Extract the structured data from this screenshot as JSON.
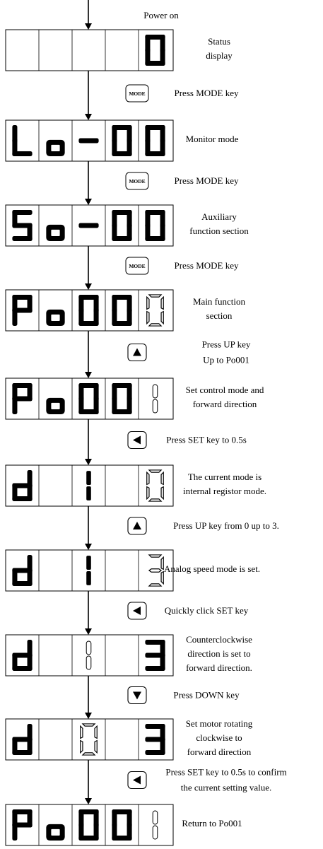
{
  "top_label": "Power on",
  "mode_key_text": "MODE",
  "steps": [
    {
      "key": "",
      "instruction": [],
      "display": [
        "blank",
        "blank",
        "blank",
        "blank",
        "0"
      ],
      "description": [
        "Status",
        "display"
      ]
    },
    {
      "key": "mode",
      "instruction": [
        "Press MODE key"
      ],
      "display": [
        "L",
        "o",
        "-",
        "0",
        "0"
      ],
      "description": [
        "Monitor mode"
      ]
    },
    {
      "key": "mode",
      "instruction": [
        "Press MODE key"
      ],
      "display": [
        "S",
        "o",
        "-",
        "0",
        "0"
      ],
      "description": [
        "Auxiliary",
        "function section"
      ]
    },
    {
      "key": "mode",
      "instruction": [
        "Press MODE key"
      ],
      "display": [
        "P",
        "o",
        "0",
        "0",
        "0~"
      ],
      "description": [
        "Main function",
        "section"
      ]
    },
    {
      "key": "up",
      "instruction": [
        "Press UP key",
        "Up to Po001"
      ],
      "display": [
        "P",
        "o",
        "0",
        "0",
        "1~"
      ],
      "description": [
        "Set control mode and",
        "forward direction"
      ]
    },
    {
      "key": "set",
      "instruction": [
        "Press SET key to 0.5s"
      ],
      "display": [
        "d",
        "blank",
        "1",
        "blank",
        "0~"
      ],
      "description": [
        "The current mode is",
        "internal registor mode."
      ]
    },
    {
      "key": "up",
      "instruction": [
        "Press UP key from 0 up to 3."
      ],
      "display": [
        "d",
        "blank",
        "1",
        "blank",
        "3~"
      ],
      "description": [
        "Analog speed mode is set."
      ]
    },
    {
      "key": "set",
      "instruction": [
        "Quickly click SET key"
      ],
      "display": [
        "d",
        "blank",
        "1~",
        "blank",
        "3"
      ],
      "description": [
        "Counterclockwise",
        "direction is set to",
        "forward direction."
      ]
    },
    {
      "key": "down",
      "instruction": [
        "Press DOWN key"
      ],
      "display": [
        "d",
        "blank",
        "0~",
        "blank",
        "3"
      ],
      "description": [
        "Set motor rotating",
        "clockwise to",
        "forward direction"
      ]
    },
    {
      "key": "set",
      "instruction": [
        "Press SET key to 0.5s to confirm",
        "the current setting value."
      ],
      "display": [
        "P",
        "o",
        "0",
        "0",
        "1~"
      ],
      "description": [
        "Return to Po001"
      ]
    }
  ]
}
